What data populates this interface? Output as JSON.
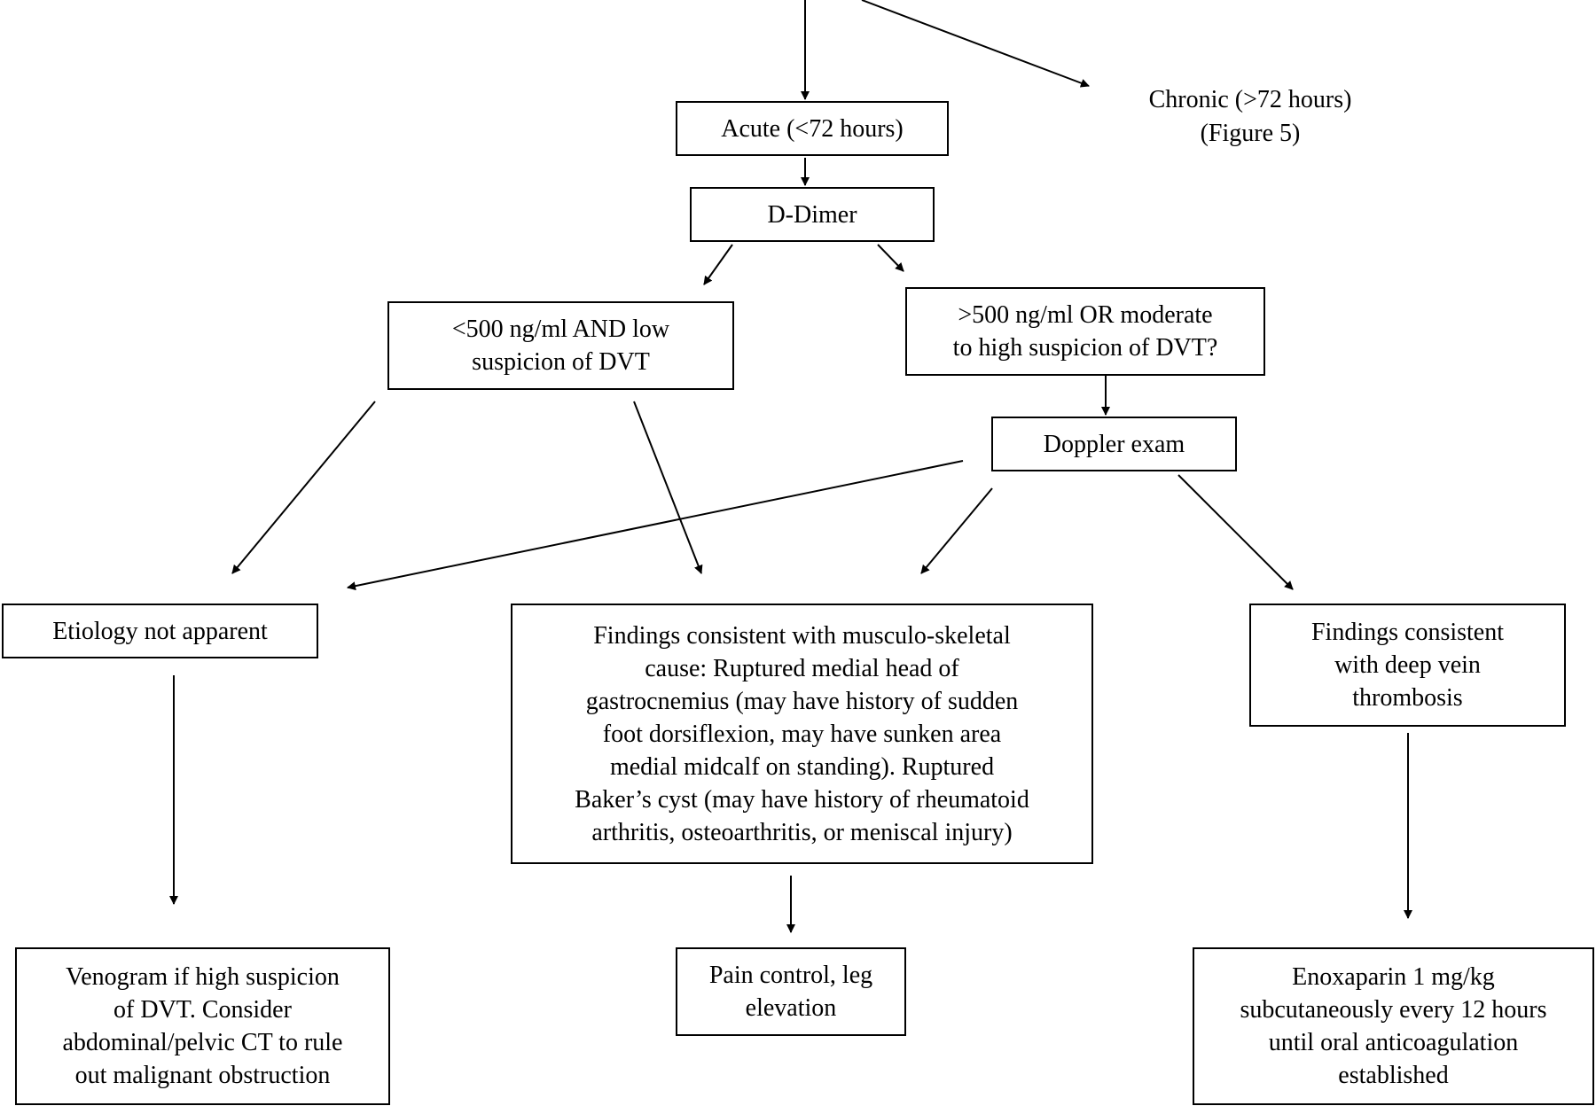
{
  "flowchart": {
    "nodes": {
      "acute": "Acute (<72 hours)",
      "chronic": "Chronic (>72 hours)\n(Figure 5)",
      "ddimer": "D-Dimer",
      "low": "<500 ng/ml AND low\nsuspicion of DVT",
      "high": ">500 ng/ml OR moderate\nto high  suspicion of DVT?",
      "doppler": "Doppler exam",
      "etiology": "Etiology not apparent",
      "musculo": "Findings consistent with musculo-skeletal\ncause:  Ruptured medial head of\ngastrocnemius (may have history of sudden\nfoot dorsiflexion, may have sunken area\nmedial midcalf on standing).  Ruptured\nBaker’s cyst (may have history of rheumatoid\narthritis, osteoarthritis, or meniscal injury)",
      "dvt": "Findings consistent\nwith deep vein\nthrombosis",
      "venogram": "Venogram if high suspicion\nof DVT.  Consider\nabdominal/pelvic CT to rule\nout malignant obstruction",
      "pain": "Pain control, leg\nelevation",
      "enox": "Enoxaparin 1 mg/kg\nsubcutaneously every 12 hours\nuntil oral anticoagulation\nestablished"
    },
    "edges": [
      {
        "from": "top",
        "to": "acute"
      },
      {
        "from": "top",
        "to": "chronic"
      },
      {
        "from": "acute",
        "to": "ddimer"
      },
      {
        "from": "ddimer",
        "to": "low"
      },
      {
        "from": "ddimer",
        "to": "high"
      },
      {
        "from": "high",
        "to": "doppler"
      },
      {
        "from": "low",
        "to": "etiology"
      },
      {
        "from": "low",
        "to": "musculo"
      },
      {
        "from": "doppler",
        "to": "etiology"
      },
      {
        "from": "doppler",
        "to": "musculo"
      },
      {
        "from": "doppler",
        "to": "dvt"
      },
      {
        "from": "etiology",
        "to": "venogram"
      },
      {
        "from": "musculo",
        "to": "pain"
      },
      {
        "from": "dvt",
        "to": "enox"
      }
    ]
  }
}
